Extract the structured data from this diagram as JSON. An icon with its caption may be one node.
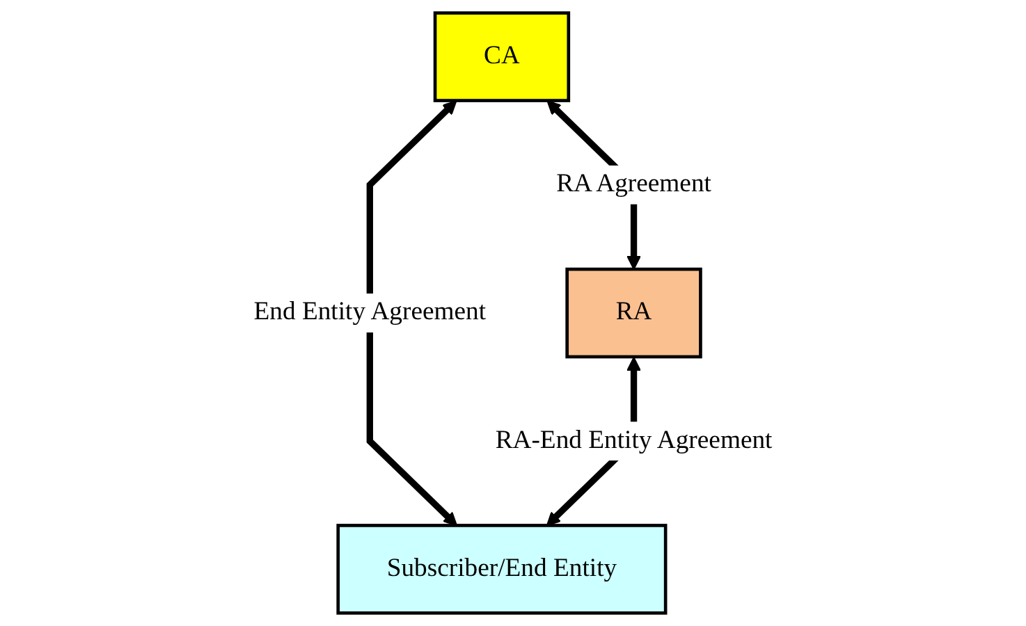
{
  "diagram": {
    "nodes": [
      {
        "text": [
          "CA"
        ]
      },
      {
        "text": [
          "RA"
        ]
      },
      {
        "text": [
          "Subscriber/End Entity"
        ]
      }
    ],
    "edges": [
      {
        "from": 0,
        "to": 1,
        "arrow": "both",
        "label": "RA Agreement"
      },
      {
        "from": 0,
        "to": 2,
        "arrow": "both",
        "label": "End Entity Agreement"
      },
      {
        "from": 1,
        "to": 2,
        "arrow": "both",
        "label": "RA-End Entity Agreement"
      }
    ]
  }
}
